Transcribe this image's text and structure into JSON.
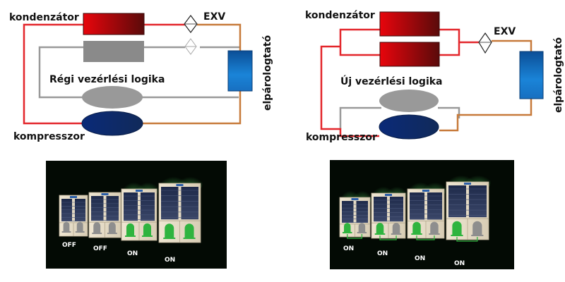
{
  "colors": {
    "hot_line": "#e3262b",
    "cold_line": "#c77a3a",
    "inactive_line": "#999999",
    "condenser_start": "#e8050c",
    "condenser_end": "#5a0a0a",
    "compressor_active": "#0d2a6e",
    "compressor_inactive": "#9a9a9a",
    "evaporator_start": "#0e5ca8",
    "evaporator_end": "#1a82d6",
    "fan_on": "#2fb43f",
    "fan_off": "#8e8e8e",
    "photo_bg": "#030a04",
    "glow": "#3fa94a"
  },
  "left_diagram": {
    "title": "Régi vezérlési logika",
    "condenser_label": "kondenzátor",
    "expansion_valve_label": "EXV",
    "evaporator_label": "elpárologtató",
    "compressor_label": "kompresszor"
  },
  "right_diagram": {
    "title": "Új vezérlési logika",
    "condenser_label": "kondenzátor",
    "expansion_valve_label": "EXV",
    "evaporator_label": "elpárologtató",
    "compressor_label": "kompresszor"
  },
  "left_photo": {
    "units": [
      {
        "status": "OFF",
        "fans": [
          "off",
          "off"
        ]
      },
      {
        "status": "OFF",
        "fans": [
          "off",
          "off"
        ]
      },
      {
        "status": "ON",
        "fans": [
          "on",
          "on"
        ]
      },
      {
        "status": "ON",
        "fans": [
          "on",
          "on"
        ]
      }
    ]
  },
  "right_photo": {
    "units": [
      {
        "status": "ON",
        "fans": [
          "on",
          "off"
        ]
      },
      {
        "status": "ON",
        "fans": [
          "on",
          "off"
        ]
      },
      {
        "status": "ON",
        "fans": [
          "on",
          "off"
        ]
      },
      {
        "status": "ON",
        "fans": [
          "on",
          "off"
        ]
      }
    ]
  }
}
